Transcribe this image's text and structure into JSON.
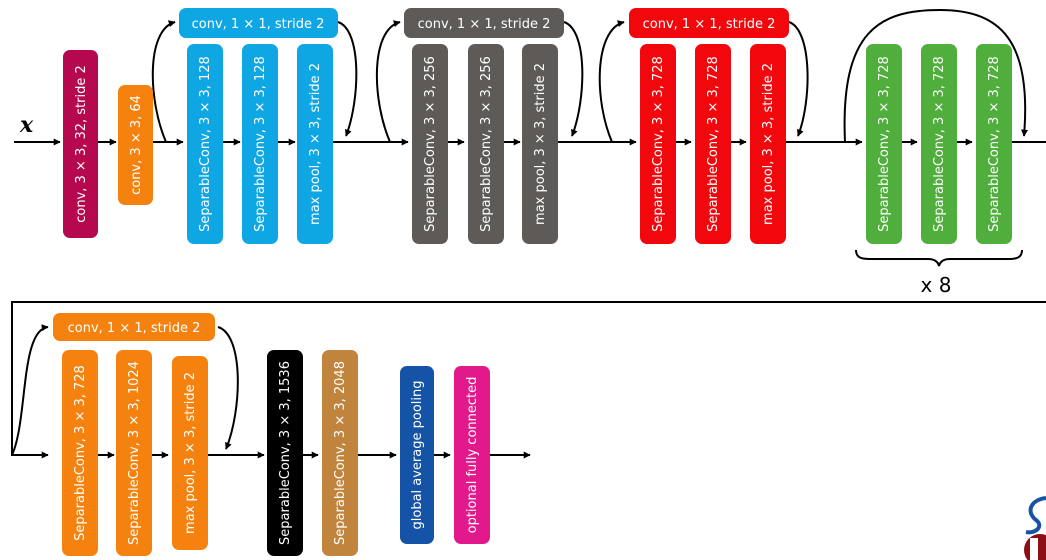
{
  "colors": {
    "entry_conv": "#b5084e",
    "entry_orange": "#f5820f",
    "blue": "#0fa6e4",
    "gray": "#5e5a57",
    "red": "#f2070d",
    "green": "#4fae3c",
    "exit_orange": "#f5820f",
    "black": "#000000",
    "brown": "#c1843d",
    "navy": "#1553a6",
    "magenta": "#e1198b"
  },
  "input_label": "x",
  "repeat_label": "x 8",
  "entry_flow": {
    "conv1": "conv, 3 × 3, 32, stride 2",
    "conv2": "conv, 3 × 3, 64",
    "group1": {
      "skip": "conv, 1 × 1, stride 2",
      "b1": "SeparableConv, 3 × 3, 128",
      "b2": "SeparableConv, 3 × 3, 128",
      "b3": "max pool, 3 × 3, stride 2"
    },
    "group2": {
      "skip": "conv, 1 × 1, stride 2",
      "b1": "SeparableConv, 3 × 3, 256",
      "b2": "SeparableConv, 3 × 3, 256",
      "b3": "max pool, 3 × 3, stride 2"
    },
    "group3": {
      "skip": "conv, 1 × 1, stride 2",
      "b1": "SeparableConv, 3 × 3, 728",
      "b2": "SeparableConv, 3 × 3, 728",
      "b3": "max pool, 3 × 3, stride 2"
    }
  },
  "middle_flow": {
    "b1": "SeparableConv, 3 × 3, 728",
    "b2": "SeparableConv, 3 × 3, 728",
    "b3": "SeparableConv, 3 × 3, 728"
  },
  "exit_flow": {
    "skip": "conv, 1 × 1, stride 2",
    "b1": "SeparableConv, 3 × 3, 728",
    "b2": "SeparableConv, 3 × 3, 1024",
    "b3": "max pool, 3 × 3, stride 2",
    "b4": "SeparableConv, 3 × 3, 1536",
    "b5": "SeparableConv, 3 × 3, 2048",
    "b6": "global average pooling",
    "b7": "optional fully connected"
  }
}
